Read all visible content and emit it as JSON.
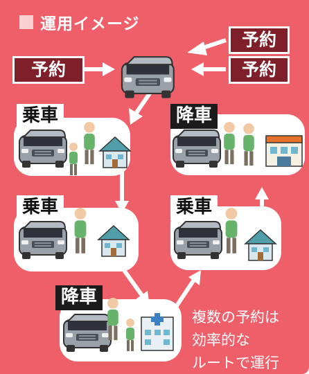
{
  "header": {
    "title": "運用イメージ"
  },
  "reservations": {
    "left": "予約",
    "top_right": "予約",
    "right": "予約"
  },
  "stops": {
    "s1": "乗車",
    "s2": "降車",
    "s3": "乗車",
    "s4": "乗車",
    "s5": "降車"
  },
  "note": {
    "line1": "複数の予約は",
    "line2": "効率的な",
    "line3": "ルートで運行"
  },
  "colors": {
    "background": "#ef5f6a",
    "reservation_box": "#7f1f2a",
    "arrow": "#ffffff",
    "dropoff_tag": "#1b1b1b",
    "pickup_tag": "#ffffff"
  },
  "icons": [
    "van-icon",
    "person-icon",
    "house-icon",
    "hospital-icon",
    "supermarket-icon"
  ]
}
